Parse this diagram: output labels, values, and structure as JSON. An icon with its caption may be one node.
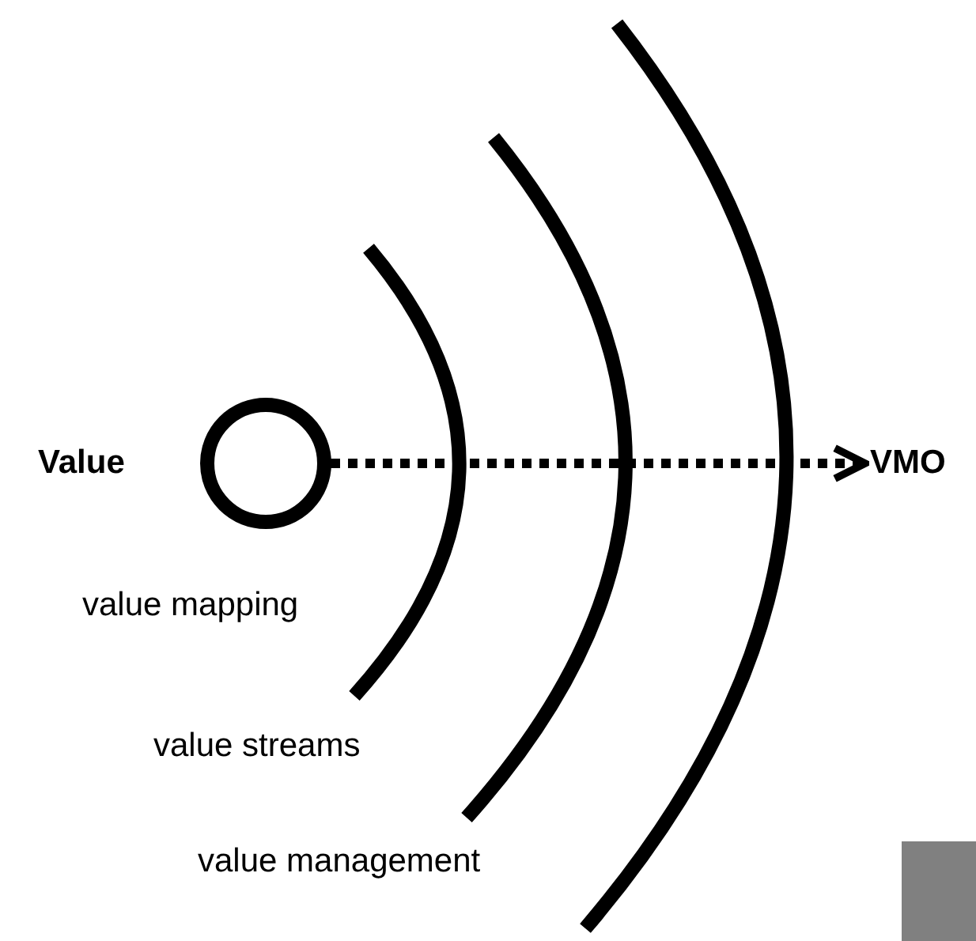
{
  "diagram": {
    "nodes": [
      {
        "text": [],
        "shape": "circle",
        "beside": [
          "Value"
        ]
      },
      {
        "text": [
          "VMO"
        ]
      }
    ],
    "edges": [
      {
        "from": 0,
        "to": 1,
        "arrow": "to",
        "style": "dashed"
      }
    ],
    "labels": [
      "value mapping",
      "value streams",
      "value management"
    ]
  }
}
